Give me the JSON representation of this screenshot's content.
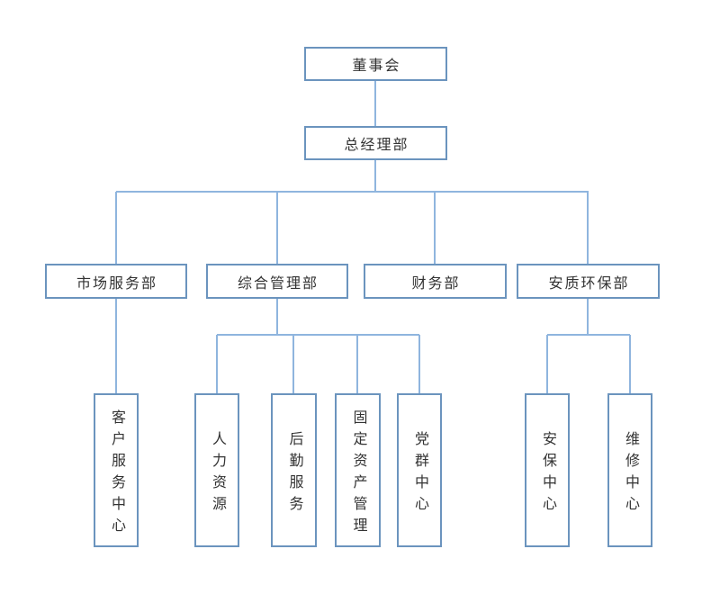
{
  "org_chart": {
    "nodes": {
      "board": {
        "label": "董事会",
        "level": 1
      },
      "general_manager": {
        "label": "总经理部",
        "level": 2
      },
      "market_service": {
        "label": "市场服务部",
        "level": 3
      },
      "general_admin": {
        "label": "综合管理部",
        "level": 3
      },
      "finance": {
        "label": "财务部",
        "level": 3
      },
      "safety_env": {
        "label": "安质环保部",
        "level": 3
      },
      "customer_service": {
        "label": "客户服务中心",
        "level": 4
      },
      "human_resources": {
        "label": "人力资源",
        "level": 4
      },
      "logistics": {
        "label": "后勤服务",
        "level": 4
      },
      "fixed_assets": {
        "label": "固定资产管理",
        "level": 4
      },
      "party_group": {
        "label": "党群中心",
        "level": 4
      },
      "security": {
        "label": "安保中心",
        "level": 4
      },
      "maintenance": {
        "label": "维修中心",
        "level": 4
      }
    },
    "hierarchy": [
      {
        "parent": "董事会",
        "children": [
          "总经理部"
        ]
      },
      {
        "parent": "总经理部",
        "children": [
          "市场服务部",
          "综合管理部",
          "财务部",
          "安质环保部"
        ]
      },
      {
        "parent": "市场服务部",
        "children": [
          "客户服务中心"
        ]
      },
      {
        "parent": "综合管理部",
        "children": [
          "人力资源",
          "后勤服务",
          "固定资产管理",
          "党群中心"
        ]
      },
      {
        "parent": "安质环保部",
        "children": [
          "安保中心",
          "维修中心"
        ]
      }
    ],
    "colors": {
      "box_border": "#6b94be",
      "connector_line": "#8fb5de",
      "text": "#333333",
      "background": "#ffffff"
    }
  }
}
